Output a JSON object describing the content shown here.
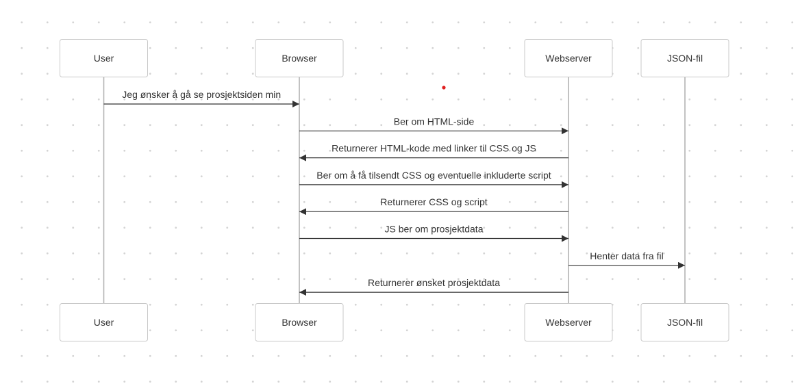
{
  "diagram": {
    "type": "sequence",
    "participants": [
      {
        "id": "user",
        "label": "User"
      },
      {
        "id": "browser",
        "label": "Browser"
      },
      {
        "id": "webserver",
        "label": "Webserver"
      },
      {
        "id": "json",
        "label": "JSON-fil"
      }
    ],
    "messages": [
      {
        "from": "user",
        "to": "browser",
        "label": "Jeg ønsker å gå se prosjektsiden min"
      },
      {
        "from": "browser",
        "to": "webserver",
        "label": "Ber om HTML-side"
      },
      {
        "from": "webserver",
        "to": "browser",
        "label": "Returnerer HTML-kode med linker til CSS og JS"
      },
      {
        "from": "browser",
        "to": "webserver",
        "label": "Ber om å få tilsendt CSS og eventuelle inkluderte script"
      },
      {
        "from": "webserver",
        "to": "browser",
        "label": "Returnerer CSS og script"
      },
      {
        "from": "browser",
        "to": "webserver",
        "label": "JS ber om prosjektdata"
      },
      {
        "from": "webserver",
        "to": "json",
        "label": "Henter data fra fil"
      },
      {
        "from": "webserver",
        "to": "browser",
        "label": "Returnerer ønsket prosjektdata"
      }
    ]
  },
  "colors": {
    "line": "#333333",
    "lifeline": "#b3b3b3",
    "box_border": "#c8c8c8",
    "cursor": "#e02020"
  }
}
